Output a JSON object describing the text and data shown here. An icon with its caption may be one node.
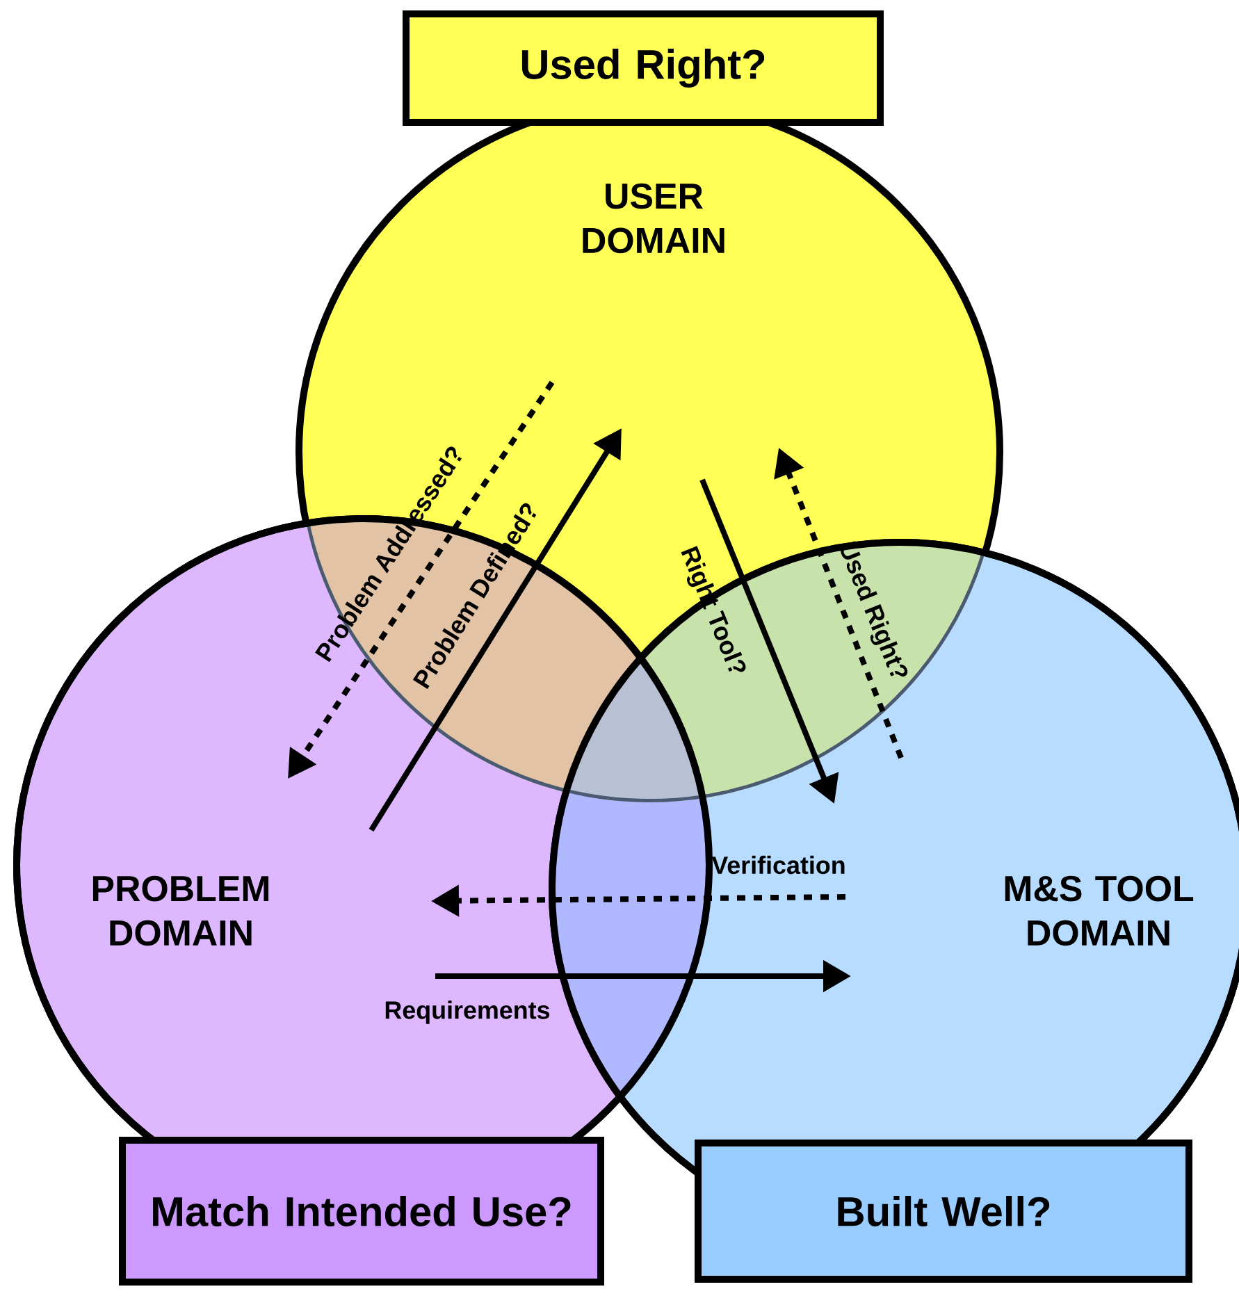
{
  "diagram": {
    "nodes": [
      {
        "text": [
          "Used Right?"
        ]
      },
      {
        "text": [
          "USER DOMAIN"
        ]
      },
      {
        "text": [
          "PROBLEM DOMAIN"
        ]
      },
      {
        "text": [
          "M&S TOOL DOMAIN"
        ]
      },
      {
        "text": [
          "Match Intended Use?"
        ]
      },
      {
        "text": [
          "Built Well?"
        ]
      }
    ],
    "edges": [
      {
        "from": 1,
        "to": 2,
        "arrow": "to",
        "label": "Problem Addressed?",
        "style": "dashed"
      },
      {
        "from": 2,
        "to": 1,
        "arrow": "to",
        "label": "Problem Defined?"
      },
      {
        "from": 1,
        "to": 3,
        "arrow": "to",
        "label": "Right Tool?"
      },
      {
        "from": 3,
        "to": 1,
        "arrow": "to",
        "label": "Used Right?",
        "style": "dashed"
      },
      {
        "from": 3,
        "to": 2,
        "arrow": "to",
        "label": "Verification",
        "style": "dashed"
      },
      {
        "from": 2,
        "to": 3,
        "arrow": "to",
        "label": "Requirements"
      }
    ]
  }
}
